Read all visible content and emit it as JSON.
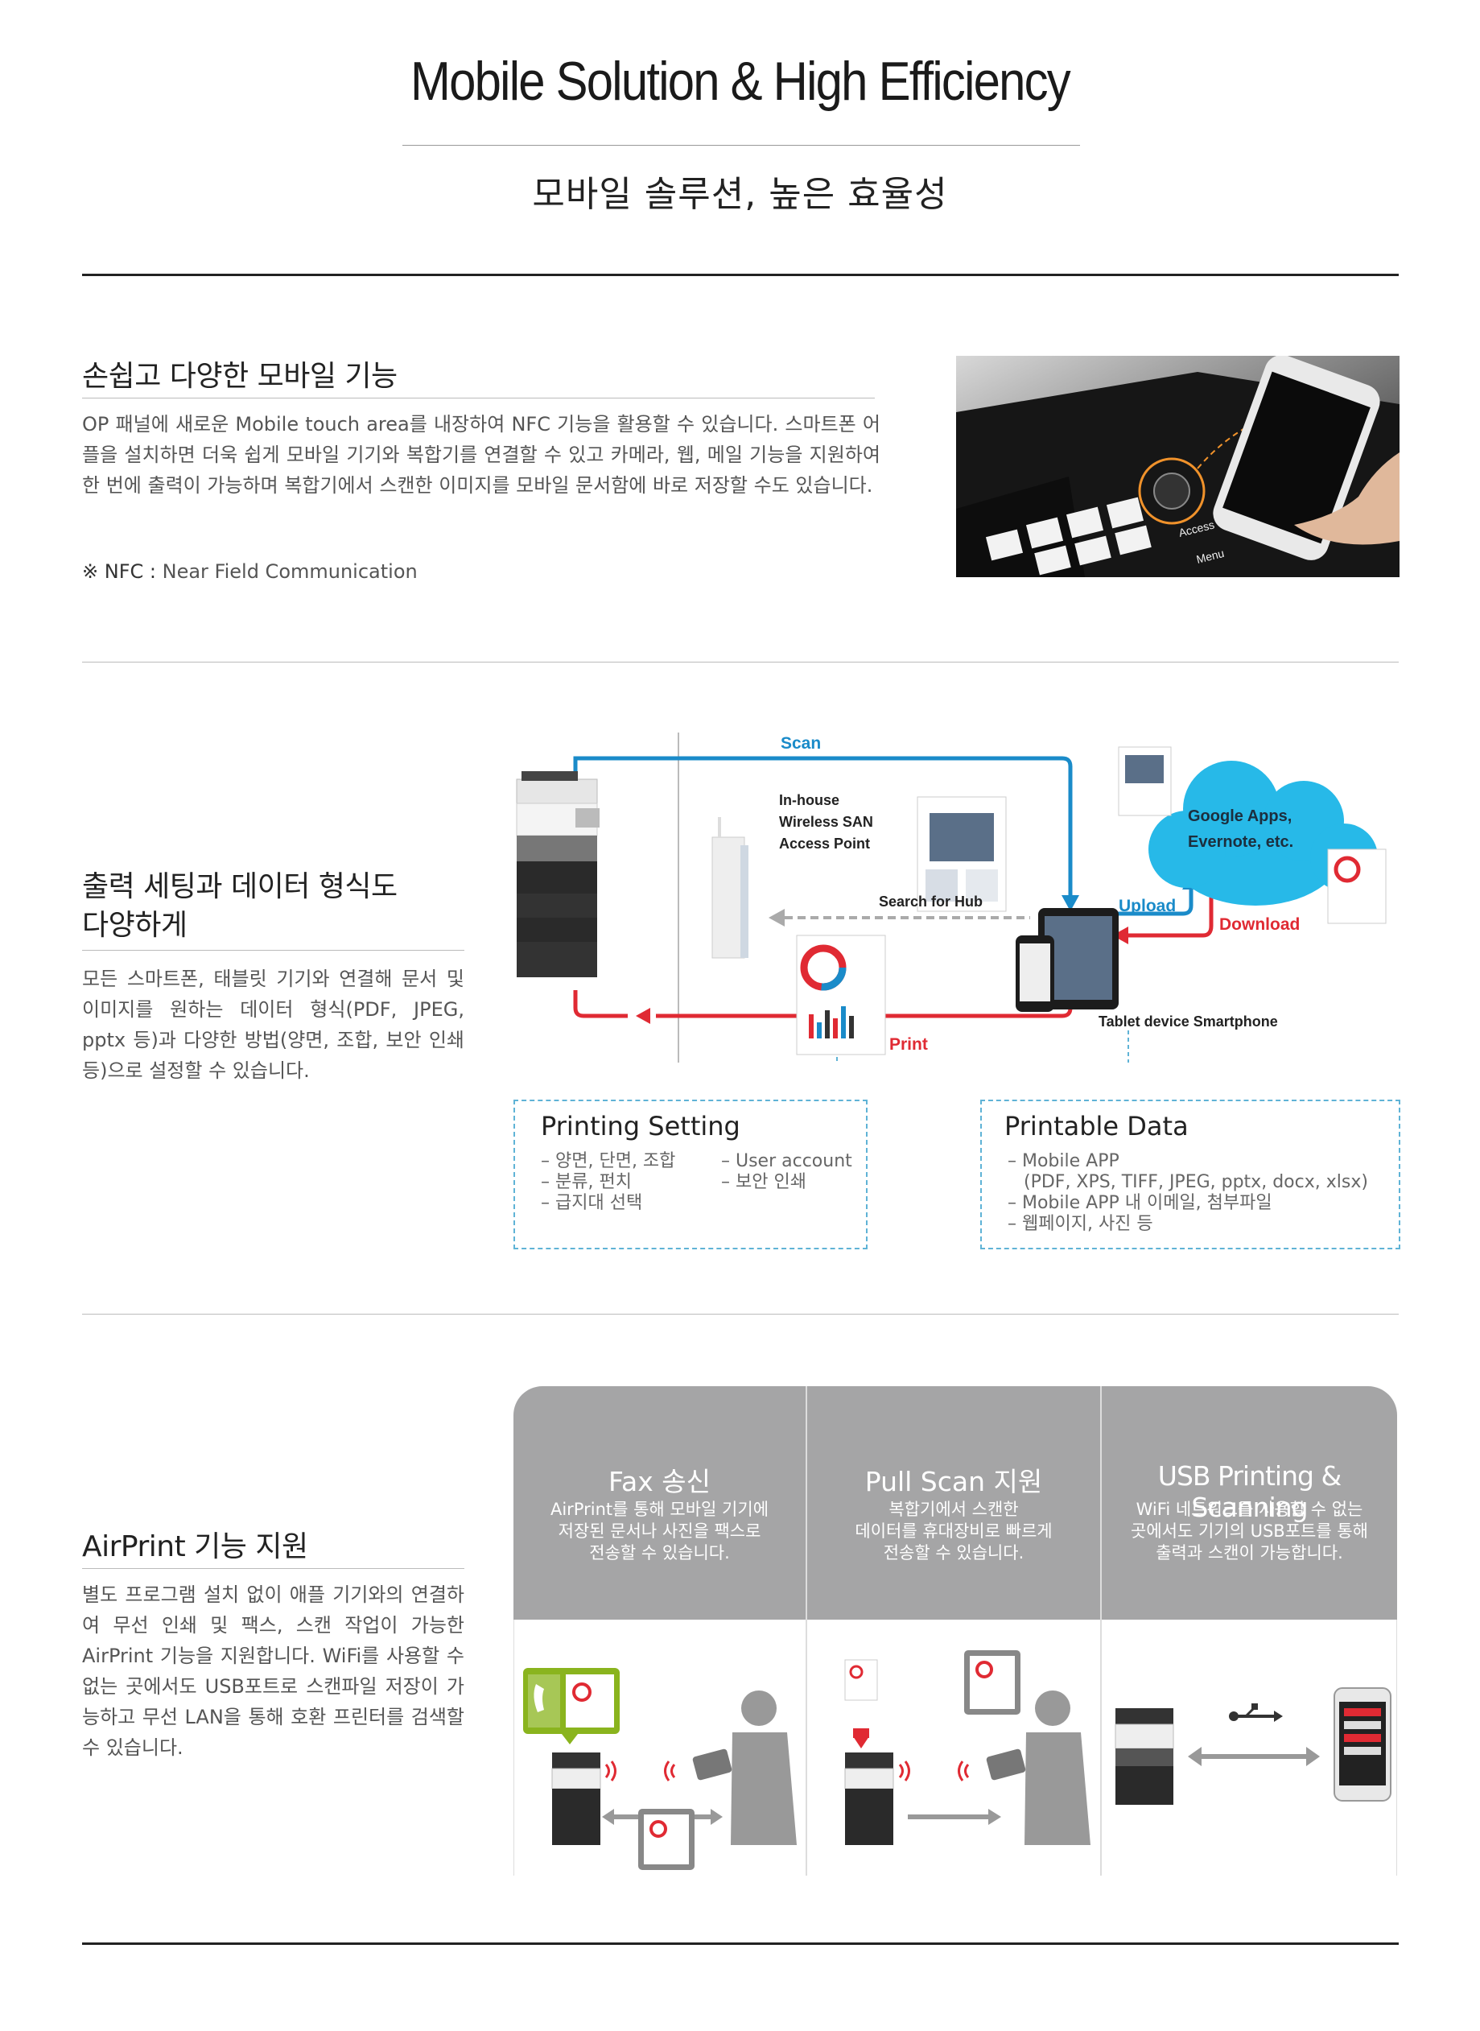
{
  "header": {
    "title": "Mobile Solution & High Efficiency",
    "subtitle": "모바일 솔루션, 높은 효율성"
  },
  "section1": {
    "heading": "손쉽고 다양한 모바일 기능",
    "body": "OP 패널에 새로운 Mobile touch area를 내장하여 NFC 기능을 활용할 수 있습니다. 스마트폰 어플을 설치하면 더욱 쉽게 모바일 기기와 복합기를 연결할 수 있고 카메라, 웹, 메일 기능을 지원하여 한 번에 출력이 가능하며 복합기에서 스캔한 이미지를 모바일 문서함에 바로 저장할 수도 있습니다.",
    "note_prefix": "※ NFC :",
    "note_text": "Near Field Communication",
    "photo_labels": {
      "access": "Access",
      "menu": "Menu"
    }
  },
  "section2": {
    "heading_line1": "출력 세팅과 데이터 형식도",
    "heading_line2": "다양하게",
    "body": "모든 스마트폰, 태블릿 기기와 연결해 문서 및 이미지를 원하는 데이터 형식(PDF, JPEG, pptx 등)과 다양한 방법(양면, 조합, 보안 인쇄 등)으로 설정할 수 있습니다.",
    "diagram": {
      "scan": "Scan",
      "access_point": [
        "In-house",
        "Wireless SAN",
        "Access Point"
      ],
      "search_for_hub": "Search for Hub",
      "upload": "Upload",
      "download": "Download",
      "cloud": [
        "Google Apps,",
        "Evernote, etc."
      ],
      "devices": "Tablet device Smartphone",
      "print": "Print"
    },
    "printing_setting": {
      "title": "Printing Setting",
      "col1": [
        "– 양면, 단면, 조합",
        "– 분류, 펀치",
        "– 급지대 선택"
      ],
      "col2": [
        "– User account",
        "– 보안 인쇄"
      ]
    },
    "printable_data": {
      "title": "Printable Data",
      "items": [
        "– Mobile APP",
        "(PDF, XPS, TIFF, JPEG, pptx, docx, xlsx)",
        "– Mobile APP 내 이메일, 첨부파일",
        "– 웹페이지, 사진 등"
      ]
    }
  },
  "section3": {
    "heading": "AirPrint 기능 지원",
    "body": "별도 프로그램 설치 없이 애플 기기와의 연결하여 무선 인쇄 및 팩스, 스캔 작업이 가능한 AirPrint 기능을 지원합니다. WiFi를 사용할 수 없는 곳에서도 USB포트로 스캔파일 저장이 가능하고 무선 LAN을 통해 호환 프린터를 검색할 수 있습니다.",
    "columns": [
      {
        "title": "Fax 송신",
        "text": [
          "AirPrint를 통해 모바일 기기에",
          "저장된 문서나 사진을 팩스로",
          "전송할 수 있습니다."
        ]
      },
      {
        "title": "Pull Scan 지원",
        "text": [
          "복합기에서 스캔한",
          "데이터를 휴대장비로 빠르게",
          "전송할 수 있습니다."
        ]
      },
      {
        "title": "USB Printing & Scanning",
        "text": [
          "WiFi 네트워크를 사용할 수 없는",
          "곳에서도 기기의 USB포트를 통해",
          "출력과 스캔이 가능합니다."
        ]
      }
    ]
  },
  "colors": {
    "blue": "#1a8bc9",
    "red": "#e02a33",
    "cloud": "#27b9e8",
    "gray_panel": "#a5a5a6",
    "accent_green": "#8ab41e"
  }
}
